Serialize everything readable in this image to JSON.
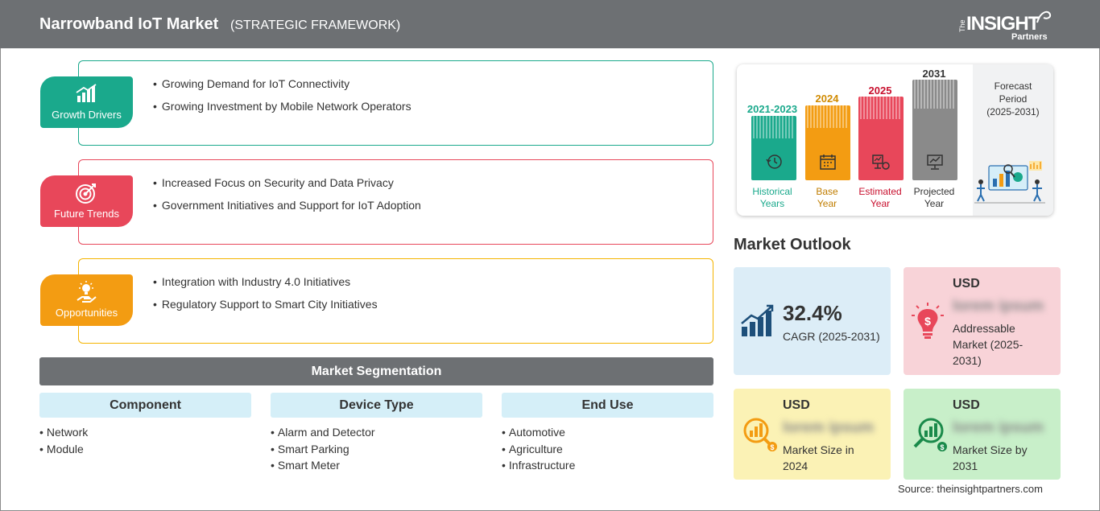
{
  "header": {
    "title": "Narrowband IoT Market",
    "subtitle": "(STRATEGIC FRAMEWORK)",
    "logo": {
      "the": "The",
      "insight": "INSIGHT",
      "partners": "Partners"
    }
  },
  "categories": [
    {
      "label": "Growth Drivers",
      "color": "#1aa98c",
      "icon": "growth-chart-icon",
      "items": [
        "Growing Demand for IoT Connectivity",
        "Growing Investment by Mobile Network Operators"
      ]
    },
    {
      "label": "Future Trends",
      "color": "#e8475a",
      "icon": "target-icon",
      "items": [
        "Increased Focus on Security and Data Privacy",
        "Government Initiatives and Support for IoT Adoption"
      ]
    },
    {
      "label": "Opportunities",
      "color": "#f39c12",
      "icon": "lightbulb-hand-icon",
      "items": [
        "Integration with Industry 4.0 Initiatives",
        "Regulatory Support to Smart City Initiatives"
      ]
    }
  ],
  "segmentation": {
    "title": "Market Segmentation",
    "columns": [
      {
        "heading": "Component",
        "items": [
          "Network",
          "Module"
        ]
      },
      {
        "heading": "Device Type",
        "items": [
          "Alarm and Detector",
          "Smart Parking",
          "Smart Meter"
        ]
      },
      {
        "heading": "End Use",
        "items": [
          "Automotive",
          "Agriculture",
          "Infrastructure"
        ]
      }
    ]
  },
  "timeline": {
    "bars": [
      {
        "year": "2021-2023",
        "label_line1": "Historical",
        "label_line2": "Years",
        "color": "#1aa98c",
        "icon": "history-icon"
      },
      {
        "year": "2024",
        "label_line1": "Base",
        "label_line2": "Year",
        "color": "#f39c12",
        "icon": "calendar-icon"
      },
      {
        "year": "2025",
        "label_line1": "Estimated",
        "label_line2": "Year",
        "color": "#e8475a",
        "icon": "estimate-icon"
      },
      {
        "year": "2031",
        "label_line1": "Projected",
        "label_line2": "Year",
        "color": "#8a8a8a",
        "icon": "projection-icon"
      }
    ],
    "forecast": {
      "line1": "Forecast",
      "line2": "Period",
      "line3": "(2025-2031)"
    }
  },
  "outlook": {
    "title": "Market Outlook",
    "cagr": {
      "value": "32.4%",
      "label": "CAGR (2025-2031)",
      "color": "#dcedf7"
    },
    "addressable": {
      "usd": "USD",
      "value": "lorem ipsum",
      "line1": "Addressable",
      "line2": "Market (2025-",
      "line3": "2031)",
      "color": "#f8d3d8"
    },
    "size_2024": {
      "usd": "USD",
      "value": "lorem ipsum",
      "line1": "Market Size in",
      "line2": "2024",
      "color": "#fbf2b5"
    },
    "size_2031": {
      "usd": "USD",
      "value": "lorem ipsum",
      "line1": "Market Size by",
      "line2": "2031",
      "color": "#c8efc9"
    }
  },
  "source": "Source: theinsightpartners.com"
}
